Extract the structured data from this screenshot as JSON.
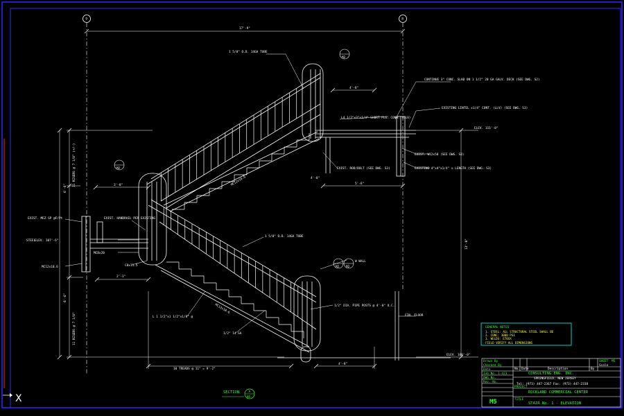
{
  "colors": {
    "background": "#000000",
    "lines": "#ffffff",
    "title": "#34ff34",
    "note_box": "#00ffff",
    "note_text": "#ffff40",
    "frame": "#2b2bff"
  },
  "grid": {
    "left_bubble": "9",
    "right_bubble": "8"
  },
  "dimensions": {
    "overall_top": "17'-9\"",
    "top_landing_width": "4'-8\"",
    "mid_landing_width": "3'-8\"",
    "landing_dim_right": "5'-6\"",
    "lower_left_short": "2'-1\"",
    "bottom_right": "4'-8\"",
    "left_vertical_upper": "11 RISERS @ 7 1/8\" (+/-)",
    "left_vertical_lower": "11 RISERS @ 7 1/8\"",
    "left_vertical_total": "6'-6\"",
    "left_vertical_bottom": "6'-6\"",
    "right_vertical": "13'-0\"",
    "upper_landing_small": "4'-8\"",
    "bottom_treads": "10 TREADS @ 11\" = 9'-2\""
  },
  "callouts": {
    "rail_top": "1 5/8\" O.D. 14GA TUBE",
    "rail_mid": "1 5/8\" O.D. 14GA TUBE",
    "beam_top": "CONTINUE 3\" CONC. SLAB ON 1 1/2\" 20 GA GALV. DECK (SEE DWG. S2)",
    "angle_note": "L4 1/2\"x3\"x1/4\" SHORT FLG. CONN. (LLV)",
    "existing_lintel": "EXISTING LINTEL x1/4\" CONT. (LLV) (SEE DWG. S3)",
    "exist_bolt": "EXIST. ROD/BOLT (SEE DWG. S3)",
    "exist_grid": "EXIST. W12x50 (SEE DWG. S3)",
    "exist_w": "EXISTING 4\"x4\"x1/4\" x LENGTH (SEE DWG. S3)",
    "left_exist": "EXIST. MEZ SP @F/Pt",
    "left_conc": "EXIST. HANDRAIL PER EXISTING",
    "left_deck": "STEEL",
    "mid_label": "MC8x20",
    "mid_label2": "C8x11.5",
    "left_label": "MC12x10.6",
    "stringer_upper": "MC12x10.6",
    "stringer_lower": "MC12x10.6",
    "bottom_angle": "L 1 1/2\"x1 1/2\"x1/8\" @",
    "bottom_plate": "1/2\" 14 GA",
    "posts_note": "1/2\" DIA. PIPE POSTS @ 4'-0\" O.C.",
    "floor_line": "FIN. FLOOR",
    "elev_top": "ELEV. 115'-0\"",
    "elev_mid": "ELEV. 107'-6\"",
    "elev_bot": "ELEV. 100'-0\"",
    "wall_tag": "W WALL",
    "section_ref_1": "M2",
    "section_ref_2": "M2",
    "section_ref_3": "M2",
    "section_ref_4": "M2"
  },
  "section_label": {
    "text": "SECTION",
    "mark": "A",
    "sheet": "M5"
  },
  "notes_box": {
    "title": "GENERAL NOTES",
    "line1": "1. STEEL: ALL STRUCTURAL STEEL SHALL BE",
    "line2": "2. CONC: 3000 PSI",
    "line3": "3. WELDS: E70XX",
    "line4": "FIELD VERIFY ALL DIMENSIONS"
  },
  "title_block": {
    "rev_header_no": "No.",
    "rev_header_date": "Date",
    "rev_header_desc": "Description",
    "rev_header_by": "By",
    "sheet_label": "SHEET",
    "sheet_value": "M5",
    "scale_label": "Scale",
    "scale_value": "",
    "drawn_by": "Drawn By  ",
    "checked_by": "Checked By",
    "date_label": "Date",
    "job_no": "Job No.  1-423",
    "dwg_no": "DWG No.",
    "rev_no": "Rev. No.",
    "firm_name": "CONSULTING ENG. INC.",
    "firm_city": "SPRINGFIELD, NEW JERSEY",
    "firm_phone": "Tel: (973) 447-2367   Fax: (973) 447-2338",
    "project_label": "PROJECT",
    "project": "ROCKLAND COMMERCIAL CENTER",
    "title_label": "TITLE",
    "title": "STAIR No. 1 - ELEVATION",
    "sheet_no": "M5"
  },
  "ucs_icon": "X"
}
